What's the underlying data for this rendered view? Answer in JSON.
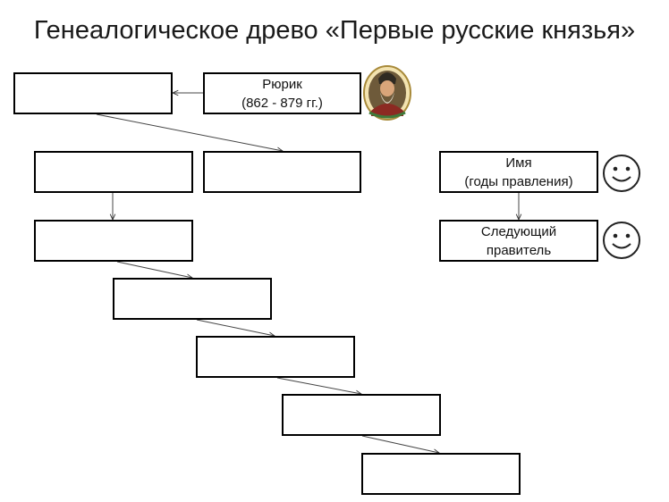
{
  "title": "Генеалогическое древо «Первые русские князья»",
  "boxes": {
    "rurik": {
      "name": "Рюрик",
      "years": "(862 - 879 гг.)"
    },
    "legend_name": {
      "line1": "Имя",
      "line2": "(годы правления)"
    },
    "legend_next": {
      "line1": "Следующий",
      "line2": "правитель"
    }
  },
  "icons": {
    "portrait": "rurik-portrait-icon",
    "smiley": "smiley-face-icon"
  }
}
